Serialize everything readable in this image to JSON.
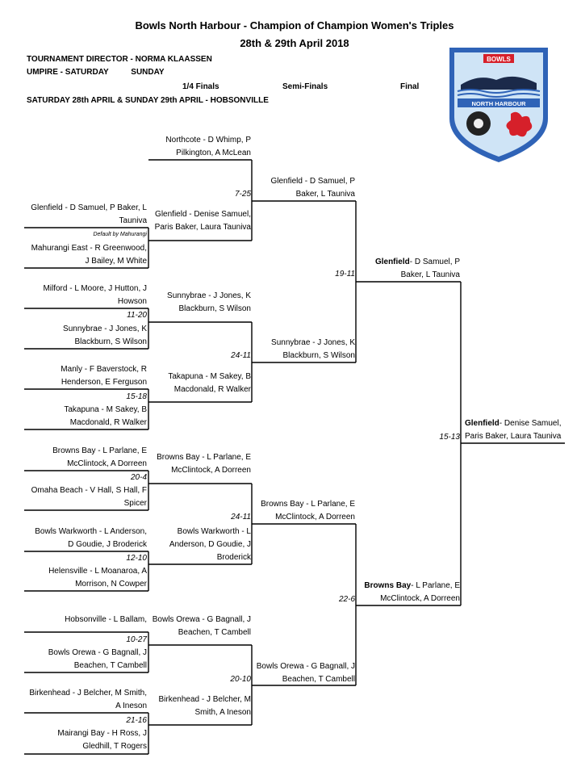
{
  "title": "Bowls North Harbour - Champion of Champion Women's Triples",
  "dates": "28th & 29th April 2018",
  "director": "TOURNAMENT DIRECTOR - NORMA KLAASSEN",
  "umpire": "UMPIRE - SATURDAY          SUNDAY",
  "venue": "SATURDAY 28th APRIL & SUNDAY 29th APRIL - HOBSONVILLE",
  "round_headers": {
    "qf": "1/4 Finals",
    "sf": "Semi-Finals",
    "final": "Final"
  },
  "logo": {
    "top": "BOWLS",
    "banner": "NORTH HARBOUR",
    "colors": {
      "blue": "#2f63b7",
      "red": "#d6202a",
      "lightblue": "#cfe4f6"
    }
  },
  "teams": {
    "r1_1": [
      "Glenfield - D Samuel, P Baker, L",
      "Tauniva"
    ],
    "r1_2": [
      "Mahurangi East - R Greenwood,",
      "J Bailey, M White"
    ],
    "r1_3": [
      "Milford - L Moore, J Hutton, J",
      "Howson"
    ],
    "r1_4": [
      "Sunnybrae - J Jones, K",
      "Blackburn, S Wilson"
    ],
    "r1_5": [
      "Manly - F Baverstock, R",
      "Henderson, E Ferguson"
    ],
    "r1_6": [
      "Takapuna - M Sakey, B",
      "Macdonald, R Walker"
    ],
    "r1_7": [
      "Browns Bay - L Parlane, E",
      "McClintock, A Dorreen"
    ],
    "r1_8": [
      "Omaha Beach - V Hall, S Hall, F",
      "Spicer"
    ],
    "r1_9": [
      "Bowls Warkworth - L Anderson,",
      "D Goudie, J Broderick"
    ],
    "r1_10": [
      "Helensville - L Moanaroa, A",
      "Morrison, N Cowper"
    ],
    "r1_11": [
      "Hobsonville - L Ballam,",
      ""
    ],
    "r1_12": [
      "Bowls Orewa - G Bagnall, J",
      "Beachen, T Cambell"
    ],
    "r1_13": [
      "Birkenhead - J Belcher, M Smith,",
      "A Ineson"
    ],
    "r1_14": [
      "Mairangi Bay - H Ross, J",
      "Gledhill, T Rogers"
    ],
    "qf_1": [
      "Northcote - D Whimp, P",
      "Pilkington, A McLean"
    ],
    "qf_2": [
      "Glenfield - Denise Samuel,",
      "Paris Baker, Laura Tauniva"
    ],
    "qf_3": [
      "Sunnybrae - J Jones, K",
      "Blackburn, S Wilson"
    ],
    "qf_4": [
      "Takapuna - M Sakey, B",
      "Macdonald, R Walker"
    ],
    "qf_5": [
      "Browns Bay - L Parlane, E",
      "McClintock, A Dorreen"
    ],
    "qf_6": [
      "Bowls Warkworth - L",
      "Anderson, D Goudie, J",
      "Broderick"
    ],
    "qf_7": [
      "Bowls Orewa - G Bagnall, J",
      "Beachen, T Cambell"
    ],
    "qf_8": [
      "Birkenhead - J Belcher, M",
      "Smith, A Ineson"
    ],
    "sf_1": [
      "Glenfield - D Samuel, P",
      "Baker, L Tauniva"
    ],
    "sf_2": [
      "Sunnybrae - J Jones, K",
      "Blackburn, S Wilson"
    ],
    "sf_3": [
      "Browns Bay - L Parlane, E",
      "McClintock, A Dorreen"
    ],
    "sf_4": [
      "Bowls Orewa - G Bagnall, J",
      "Beachen, T Cambell"
    ],
    "f_1": {
      "club": "Glenfield",
      "rest": [
        "- D Samuel, P",
        "Baker, L Tauniva"
      ]
    },
    "f_2": {
      "club": "Browns Bay",
      "rest": [
        "- L Parlane, E",
        "McClintock, A Dorreen"
      ]
    },
    "champion": {
      "club": "Glenfield",
      "rest": [
        "- Denise Samuel,",
        "Paris Baker, Laura Tauniva"
      ]
    }
  },
  "notes": {
    "default": "Default by Mahurangi"
  },
  "scores": {
    "r1_a": "11-20",
    "r1_b": "15-18",
    "r1_c": "20-4",
    "r1_d": "12-10",
    "r1_e": "10-27",
    "r1_f": "21-16",
    "qf_a": "7-25",
    "qf_b": "24-11",
    "qf_c": "24-11",
    "qf_d": "20-10",
    "sf_a": "19-11",
    "sf_b": "22-6",
    "final": "15-13"
  }
}
